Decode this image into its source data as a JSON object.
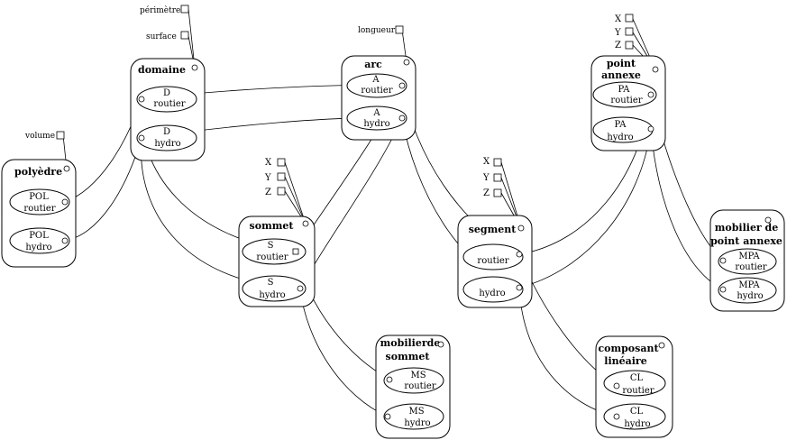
{
  "entities": {
    "domaine": {
      "title": "domaine",
      "e1": [
        "D",
        "routier"
      ],
      "e2": [
        "D",
        "hydro"
      ]
    },
    "arc": {
      "title": "arc",
      "e1": [
        "A",
        "routier"
      ],
      "e2": [
        "A",
        "hydro"
      ]
    },
    "point_annexe": {
      "title1": "point",
      "title2": "annexe",
      "e1": [
        "PA",
        "routier"
      ],
      "e2": [
        "PA",
        "hydro"
      ]
    },
    "polyedre": {
      "title": "polyèdre",
      "e1": [
        "POL",
        "routier"
      ],
      "e2": [
        "POL",
        "hydro"
      ]
    },
    "sommet": {
      "title": "sommet",
      "e1": [
        "S",
        "routier"
      ],
      "e2": [
        "S",
        "hydro"
      ]
    },
    "segment": {
      "title": "segment",
      "e1": [
        "routier"
      ],
      "e2": [
        "hydro"
      ]
    },
    "mobilier_point_annexe": {
      "title1": "mobilier de",
      "title2": "point annexe",
      "e1": [
        "MPA",
        "routier"
      ],
      "e2": [
        "MPA",
        "hydro"
      ]
    },
    "mobilier_sommet": {
      "title1": "mobilierde",
      "title2": "sommet",
      "e1": [
        "MS",
        "routier"
      ],
      "e2": [
        "MS",
        "hydro"
      ]
    },
    "composant_lineaire": {
      "title1": "composant",
      "title2": "linéaire",
      "e1": [
        "CL",
        "routier"
      ],
      "e2": [
        "CL",
        "hydro"
      ]
    }
  },
  "attributes": {
    "perimetre": "périmètre",
    "surface": "surface",
    "longueur": "longueur",
    "volume": "volume",
    "x": "X",
    "y": "Y",
    "z": "Z"
  }
}
